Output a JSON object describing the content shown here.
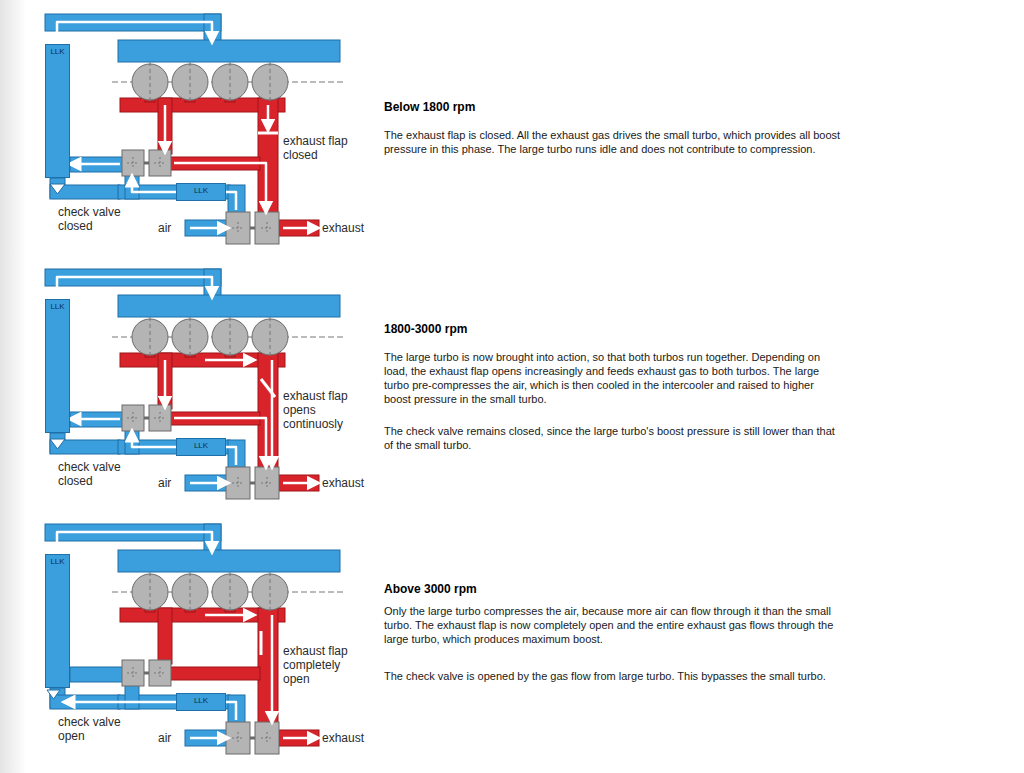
{
  "diagram": {
    "nodes": [
      {
        "text": [
          "LLK"
        ]
      },
      {
        "text": [
          "LLK"
        ]
      },
      {
        "text": [
          "LLK"
        ]
      },
      {
        "text": [
          "LLK"
        ]
      },
      {
        "text": [
          "LLK"
        ]
      },
      {
        "text": [
          "LLK"
        ]
      }
    ],
    "labels": [
      "exhaust flap closed",
      "check valve closed",
      "air",
      "exhaust",
      "Below 1800 rpm",
      "The exhaust flap is closed. All the exhaust gas drives the small turbo, which provides all boost pressure in this phase. The large turbo runs idle and does not contribute to compression.",
      "exhaust flap opens continuosly",
      "check valve closed",
      "air",
      "exhaust",
      "1800-3000 rpm",
      "The large turbo is now brought into action, so that both turbos run together. Depending on load, the exhaust flap opens increasingly and feeds exhaust gas to both turbos. The large turbo pre-compresses the air, which is then cooled in the intercooler and raised to higher boost pressure in the small turbo.",
      "The check valve remains closed, since the large turbo's boost pressure is still lower than that of the small turbo.",
      "exhaust flap completely open",
      "check valve open",
      "air",
      "exhaust",
      "Above 3000 rpm",
      "Only the large turbo compresses the air, because more air can flow through it than the small turbo. The exhaust flap is now completely open and the entire exhaust gas flows through the large turbo, which produces maximum boost.",
      "The check valve is opened by the gas flow from large turbo. This bypasses the small turbo."
    ]
  }
}
